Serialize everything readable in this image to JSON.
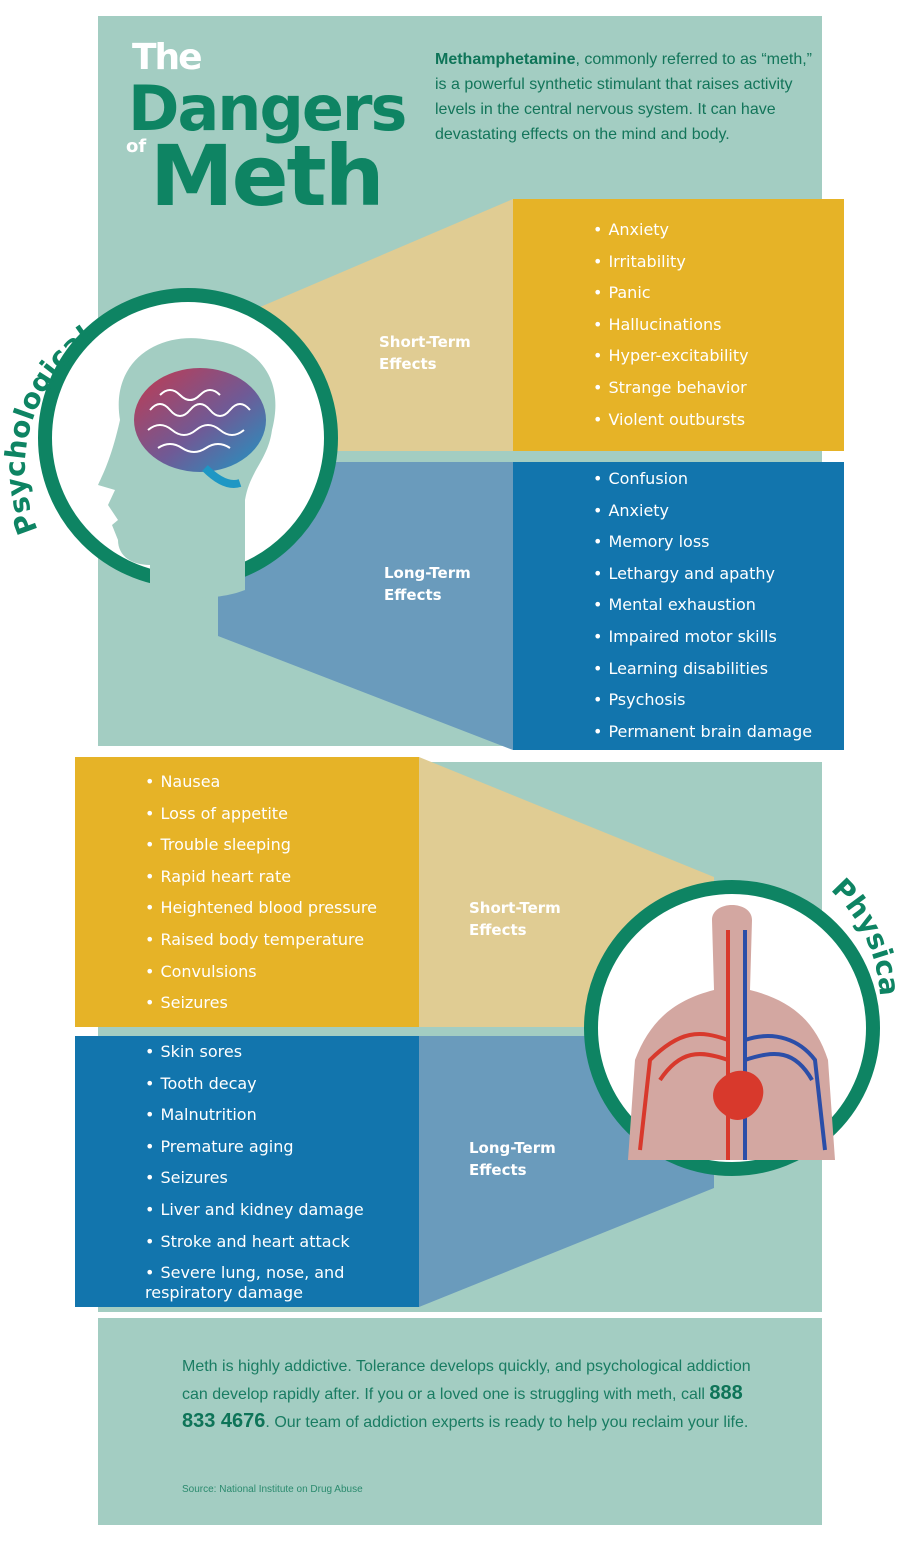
{
  "title": {
    "line1": "The",
    "line2": "Dangers",
    "of": "of",
    "line3": "Meth"
  },
  "intro": {
    "highlight": "Methamphetamine",
    "text": ", commonly referred to as “meth,” is a powerful synthetic stimulant that raises activity levels in the central nervous system. It can have devastating effects on the mind and body."
  },
  "psychological": {
    "label": "Psychological",
    "short_term": {
      "heading_line1": "Short-Term",
      "heading_line2": "Effects",
      "items": [
        "Anxiety",
        "Irritability",
        "Panic",
        "Hallucinations",
        "Hyper-excitability",
        "Strange behavior",
        "Violent outbursts"
      ]
    },
    "long_term": {
      "heading_line1": "Long-Term",
      "heading_line2": "Effects",
      "items": [
        "Confusion",
        "Anxiety",
        "Memory loss",
        "Lethargy and apathy",
        "Mental exhaustion",
        "Impaired motor skills",
        "Learning disabilities",
        "Psychosis",
        "Permanent brain damage"
      ]
    }
  },
  "physical": {
    "label": "Physical",
    "short_term": {
      "heading_line1": "Short-Term",
      "heading_line2": "Effects",
      "items": [
        "Nausea",
        "Loss of appetite",
        "Trouble sleeping",
        "Rapid heart rate",
        "Heightened blood pressure",
        "Raised body temperature",
        "Convulsions",
        "Seizures"
      ]
    },
    "long_term": {
      "heading_line1": "Long-Term",
      "heading_line2": "Effects",
      "items": [
        "Skin sores",
        "Tooth decay",
        "Malnutrition",
        "Premature aging",
        "Seizures",
        "Liver and kidney damage",
        "Stroke and heart attack",
        "Severe lung, nose, and respiratory damage"
      ]
    }
  },
  "cta": {
    "text_before": "Meth is highly addictive. Tolerance develops quickly, and psychological addiction can develop rapidly after. If you or a loved one is struggling with meth, call ",
    "phone": "888 833 4676",
    "text_after": ". Our team of addiction experts is ready to help you reclaim your life."
  },
  "source": "Source: National Institute on Drug Abuse",
  "colors": {
    "background_teal": "#a3cdc2",
    "green": "#0e8463",
    "gold": "#e6b327",
    "gold_light": "#e0cc93",
    "blue": "#1275ad",
    "blue_light": "#6a9bbc"
  },
  "icons": [
    "brain-head-icon",
    "body-circulatory-icon"
  ]
}
